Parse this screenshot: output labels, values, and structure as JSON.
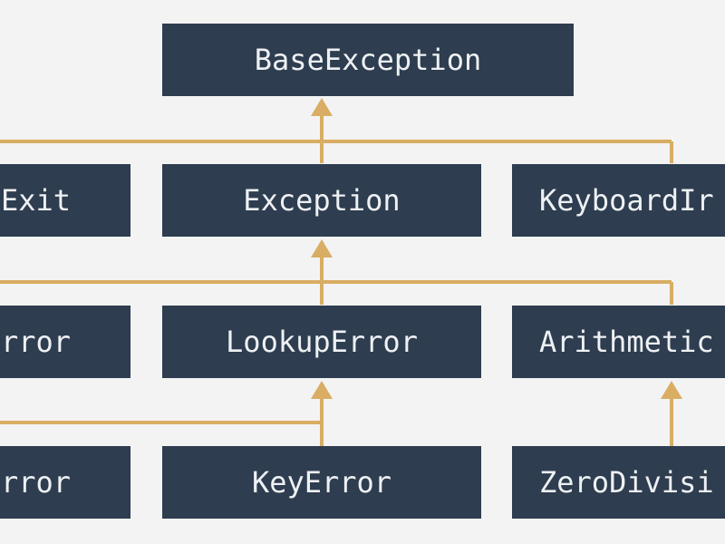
{
  "colors": {
    "background": "#f3f3f3",
    "box": "#2e3d4f",
    "text": "#eef1f4",
    "connector": "#d9ad63"
  },
  "nodes": {
    "base_exception": "BaseException",
    "system_exit": "SystemExit",
    "exception": "Exception",
    "keyboard_interrupt": "KeyboardInterrupt",
    "lookup_left": "Error",
    "lookup_error": "LookupError",
    "arithmetic_error": "ArithmeticError",
    "index_error": "Error",
    "key_error": "KeyError",
    "zero_division_error": "ZeroDivisionError"
  },
  "visible_labels": {
    "system_exit": "Exit",
    "keyboard_interrupt": "KeyboardIr",
    "lookup_left": "rror",
    "arithmetic_error": "Arithmetic",
    "index_error": "rror",
    "zero_division_error": "ZeroDivisi"
  }
}
